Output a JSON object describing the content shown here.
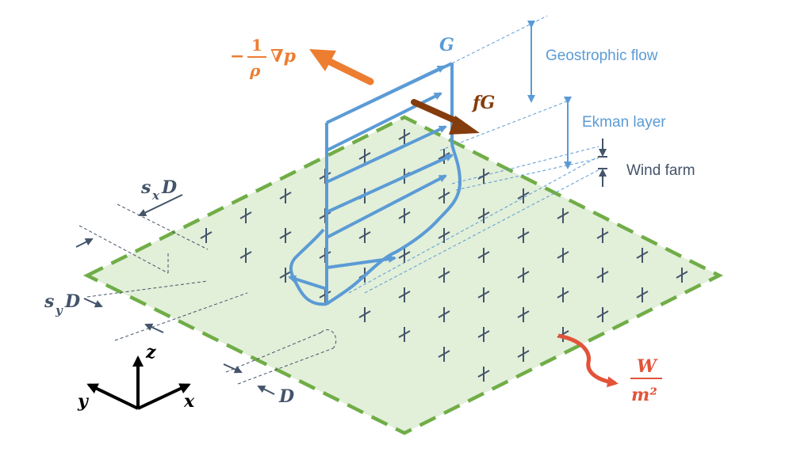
{
  "labels": {
    "geostrophic_flow": "Geostrophic flow",
    "ekman_layer": "Ekman layer",
    "wind_farm": "Wind farm",
    "G": "G",
    "fG": "fG",
    "pressure_minus": "−",
    "pressure_num": "1",
    "pressure_den": "ρ",
    "pressure_grad": "∇p",
    "power_num": "W",
    "power_den": "m²",
    "sx_main": "s",
    "sx_sub": "x",
    "sx_D": "D",
    "sy_main": "s",
    "sy_sub": "y",
    "sy_D": "D",
    "D": "D",
    "axis_x": "x",
    "axis_y": "y",
    "axis_z": "z"
  },
  "colors": {
    "farm_fill": "#e2efd9",
    "farm_border": "#70ad47",
    "wind_profile": "#5b9bd5",
    "pressure_arrow": "#ed7d31",
    "coriolis_arrow": "#843c0c",
    "power_arrow": "#e2533a",
    "turbine": "#44546a",
    "axes": "#000000"
  }
}
